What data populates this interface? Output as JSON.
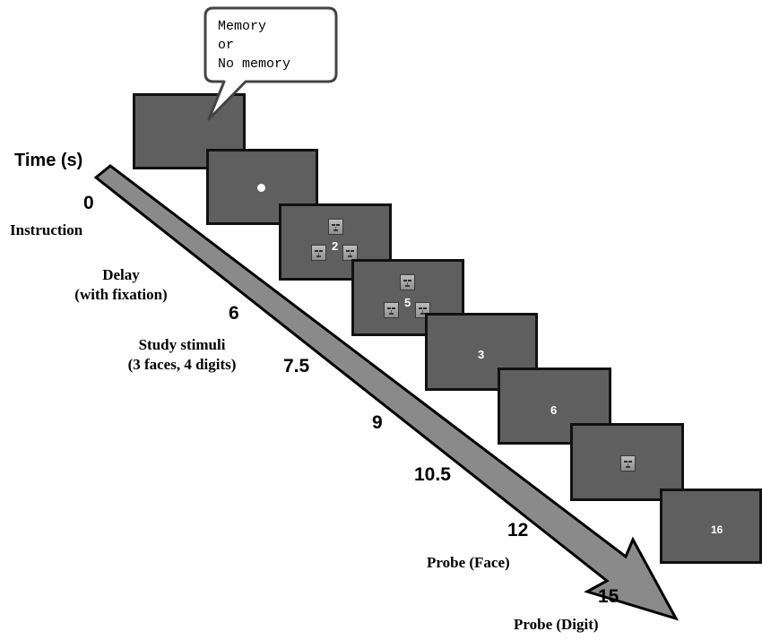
{
  "timeline": {
    "axis_label": "Time (s)",
    "ticks": [
      "0",
      "6",
      "7.5",
      "9",
      "10.5",
      "12",
      "15"
    ]
  },
  "instruction_bubble": {
    "lines": [
      "Memory",
      "or",
      "No memory"
    ]
  },
  "phases": {
    "instruction": "Instruction",
    "delay": [
      "Delay",
      "(with fixation)"
    ],
    "study": [
      "Study stimuli",
      "(3 faces, 4 digits)"
    ],
    "probe_face": "Probe (Face)",
    "probe_digit": "Probe (Digit)"
  },
  "screens": {
    "study_1_digit": "2",
    "study_2_digit": "5",
    "digit_3": "3",
    "digit_4": "6",
    "probe_digit": "16"
  },
  "colors": {
    "screen_fill": "#5f5f5f",
    "arrow_fill": "#8a8a8a"
  }
}
